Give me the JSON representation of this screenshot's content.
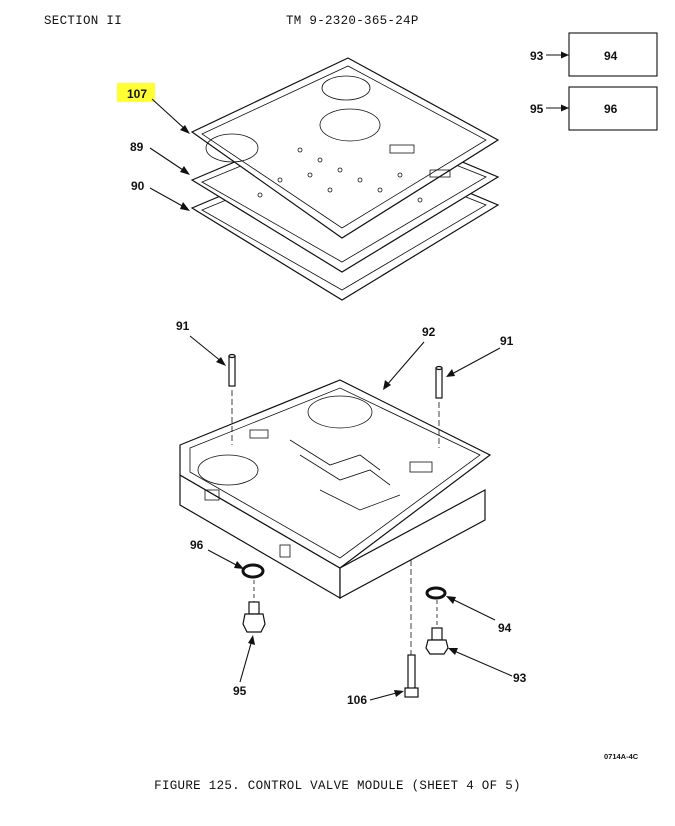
{
  "header": {
    "section": "SECTION II",
    "manual": "TM 9-2320-365-24P"
  },
  "legend": [
    {
      "ref": "93",
      "box": "94"
    },
    {
      "ref": "95",
      "box": "96"
    }
  ],
  "callouts": {
    "c107": "107",
    "c89": "89",
    "c90": "90",
    "c91a": "91",
    "c92": "92",
    "c91b": "91",
    "c96": "96",
    "c94": "94",
    "c95": "95",
    "c93": "93",
    "c106": "106"
  },
  "highlight_color": "#ffff33",
  "drawing_code": "0714A-4C",
  "caption": "FIGURE 125.   CONTROL VALVE MODULE (SHEET 4 OF 5)"
}
